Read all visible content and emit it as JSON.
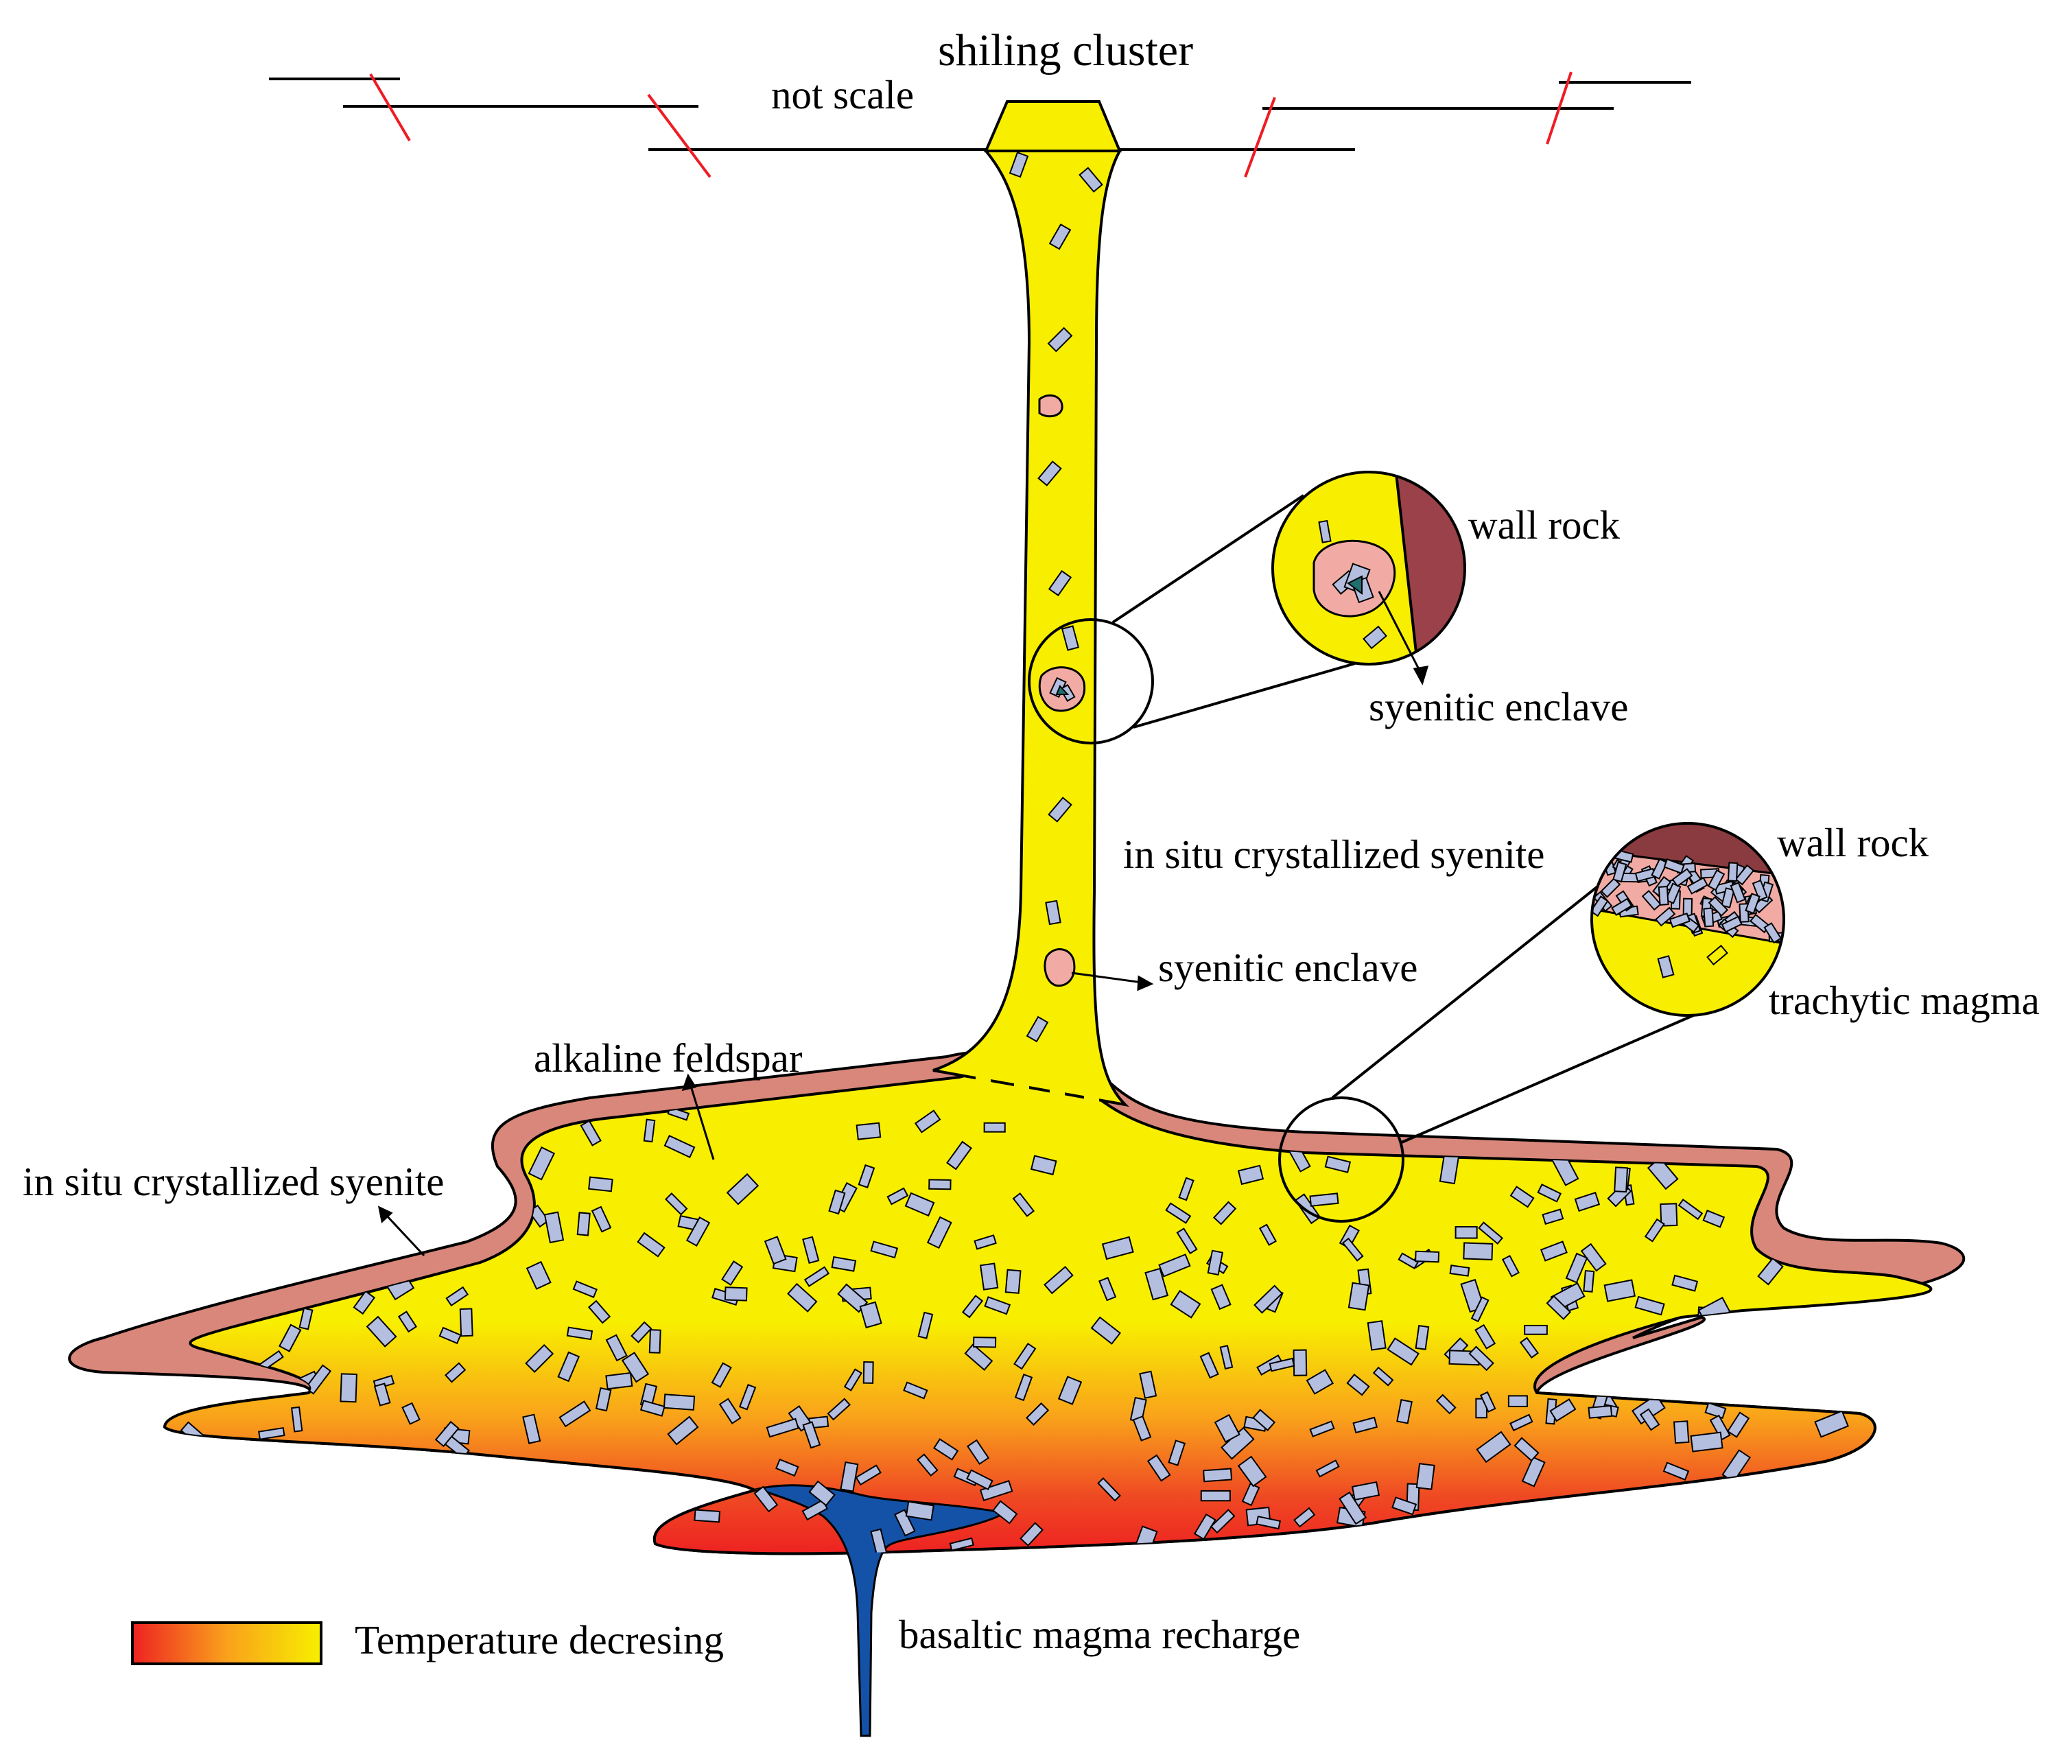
{
  "title": "shiling cluster",
  "scale_note": "not scale",
  "labels": {
    "wall_rock_upper": "wall rock",
    "syenitic_enclave_upper": "syenitic enclave",
    "in_situ_right": "in situ crystallized syenite",
    "wall_rock_lower": "wall rock",
    "trachytic_magma": "trachytic magma",
    "syenitic_enclave_conduit": "syenitic enclave",
    "alkaline_feldspar": "alkaline feldspar",
    "in_situ_left": "in situ crystallized syenite",
    "basaltic_recharge": "basaltic magma recharge"
  },
  "legend": {
    "label": "Temperature decresing",
    "colors": [
      "#ee2222",
      "#f9a11b",
      "#f8ef00"
    ]
  },
  "colors": {
    "magma_yellow": "#f8ef00",
    "magma_hot": "#ee2222",
    "syenite_rim": "#d9877b",
    "wall_rock": "#9a4149",
    "crystal": "#b4bfe0",
    "enclave": "#f2aba4",
    "basalt": "#1452a8",
    "fault": "#ee1c24"
  }
}
